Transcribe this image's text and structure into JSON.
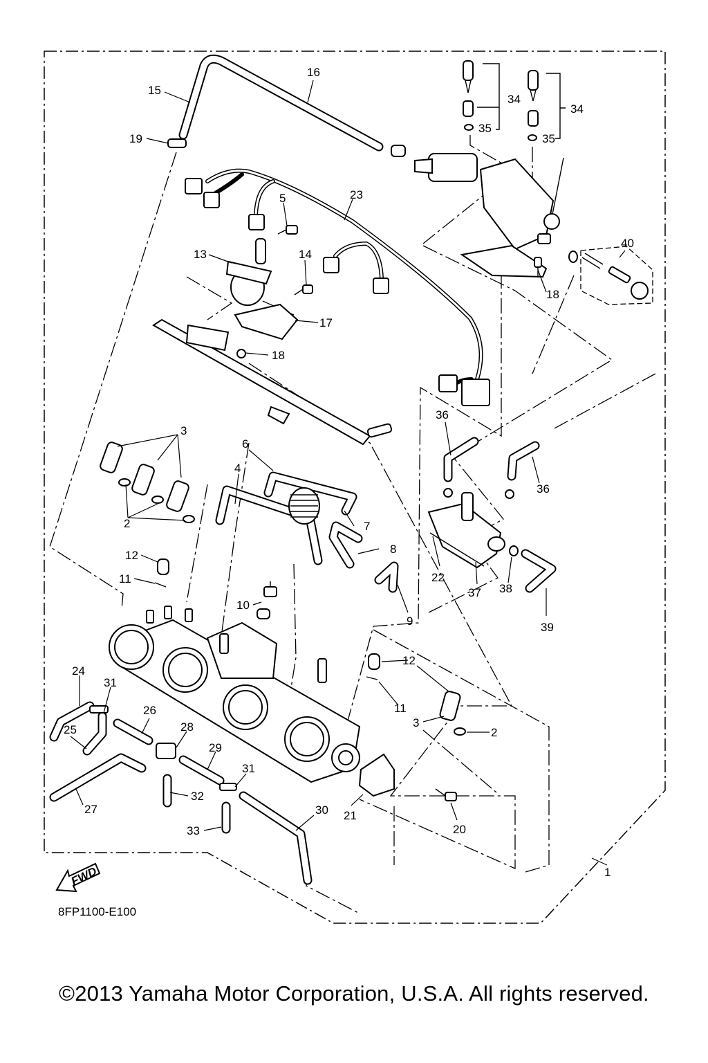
{
  "diagram_code": "8FP1100-E100",
  "copyright": "©2013 Yamaha Motor Corporation, U.S.A. All rights reserved.",
  "fwd_label": "FWD",
  "callouts": {
    "c1": "1",
    "c2a": "2",
    "c2b": "2",
    "c3a": "3",
    "c3b": "3",
    "c4": "4",
    "c5": "5",
    "c6": "6",
    "c7": "7",
    "c8": "8",
    "c9": "9",
    "c10": "10",
    "c11a": "11",
    "c11b": "11",
    "c12a": "12",
    "c12b": "12",
    "c13": "13",
    "c14": "14",
    "c15": "15",
    "c16": "16",
    "c17": "17",
    "c18a": "18",
    "c18b": "18",
    "c19": "19",
    "c20": "20",
    "c21": "21",
    "c22": "22",
    "c23": "23",
    "c24": "24",
    "c25": "25",
    "c26": "26",
    "c27": "27",
    "c28": "28",
    "c29": "29",
    "c30": "30",
    "c31a": "31",
    "c31b": "31",
    "c32": "32",
    "c33": "33",
    "c34a": "34",
    "c34b": "34",
    "c35a": "35",
    "c35b": "35",
    "c36a": "36",
    "c36b": "36",
    "c37": "37",
    "c38": "38",
    "c39": "39",
    "c40": "40"
  }
}
